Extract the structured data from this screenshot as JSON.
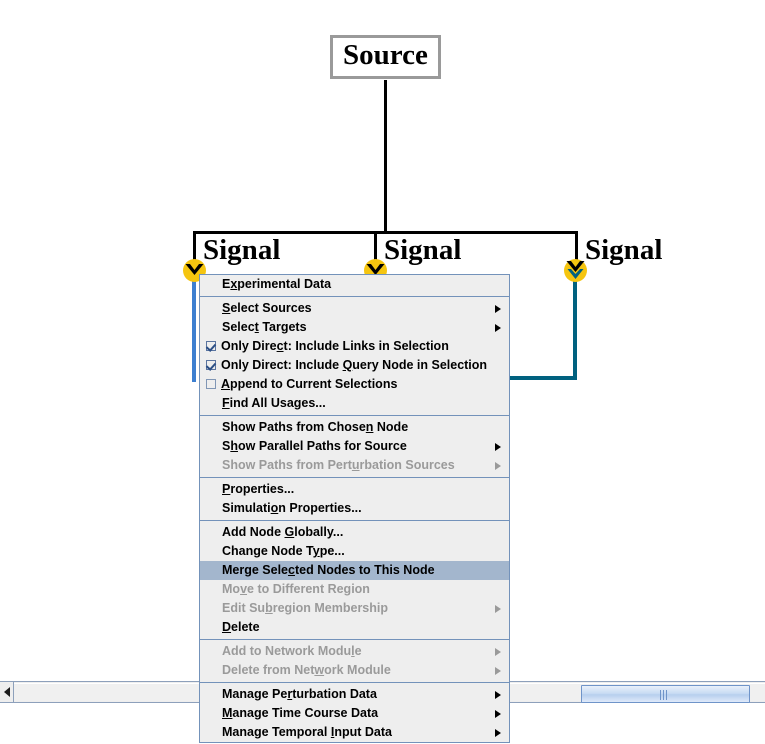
{
  "canvas": {
    "source_node": {
      "label": "Source"
    },
    "signal_nodes": [
      {
        "label": "Signal"
      },
      {
        "label": "Signal"
      },
      {
        "label": "Signal"
      }
    ],
    "colors": {
      "node_border": "#9a9a9a",
      "edge": "#000000",
      "selected_edge_teal": "#00617f",
      "selected_edge_blue": "#3d7fd0",
      "marker_fill": "#f5c510",
      "menu_highlight": "#a3b6cd"
    }
  },
  "context_menu": {
    "groups": [
      {
        "items": [
          {
            "label": "Experimental Data",
            "mnemonic": "x",
            "type": "item",
            "enabled": true,
            "submenu": false
          }
        ]
      },
      {
        "items": [
          {
            "label": "Select Sources",
            "mnemonic": "S",
            "type": "item",
            "enabled": true,
            "submenu": true
          },
          {
            "label": "Select Targets",
            "mnemonic": "t",
            "type": "item",
            "enabled": true,
            "submenu": true
          },
          {
            "label": "Only Direct: Include Links in Selection",
            "mnemonic": "c",
            "type": "checkbox",
            "checked": true,
            "enabled": true,
            "submenu": false
          },
          {
            "label": "Only Direct: Include Query Node in Selection",
            "mnemonic": "Q",
            "type": "checkbox",
            "checked": true,
            "enabled": true,
            "submenu": false
          },
          {
            "label": "Append to Current Selections",
            "mnemonic": "A",
            "type": "checkbox",
            "checked": false,
            "enabled": true,
            "submenu": false
          },
          {
            "label": "Find All Usages...",
            "mnemonic": "F",
            "type": "item",
            "enabled": true,
            "submenu": false
          }
        ]
      },
      {
        "items": [
          {
            "label": "Show Paths from Chosen Node",
            "mnemonic": "n",
            "type": "item",
            "enabled": true,
            "submenu": false
          },
          {
            "label": "Show Parallel Paths for Source",
            "mnemonic": "h",
            "type": "item",
            "enabled": true,
            "submenu": true
          },
          {
            "label": "Show Paths from Perturbation Sources",
            "mnemonic": "u",
            "type": "item",
            "enabled": false,
            "submenu": true
          }
        ]
      },
      {
        "items": [
          {
            "label": "Properties...",
            "mnemonic": "P",
            "type": "item",
            "enabled": true,
            "submenu": false
          },
          {
            "label": "Simulation Properties...",
            "mnemonic": "o",
            "type": "item",
            "enabled": true,
            "submenu": false
          }
        ]
      },
      {
        "items": [
          {
            "label": "Add Node Globally...",
            "mnemonic": "G",
            "type": "item",
            "enabled": true,
            "submenu": false
          },
          {
            "label": "Change Node Type...",
            "mnemonic": "y",
            "type": "item",
            "enabled": true,
            "submenu": false
          },
          {
            "label": "Merge Selected Nodes to This Node",
            "mnemonic": "c",
            "type": "item",
            "enabled": true,
            "submenu": false,
            "selected": true
          },
          {
            "label": "Move to Different Region",
            "mnemonic": "v",
            "type": "item",
            "enabled": false,
            "submenu": false
          },
          {
            "label": "Edit Subregion Membership",
            "mnemonic": "b",
            "type": "item",
            "enabled": false,
            "submenu": true
          },
          {
            "label": "Delete",
            "mnemonic": "D",
            "type": "item",
            "enabled": true,
            "submenu": false
          }
        ]
      },
      {
        "items": [
          {
            "label": "Add to Network Module",
            "mnemonic": "l",
            "type": "item",
            "enabled": false,
            "submenu": true
          },
          {
            "label": "Delete from Network Module",
            "mnemonic": "w",
            "type": "item",
            "enabled": false,
            "submenu": true
          }
        ]
      },
      {
        "items": [
          {
            "label": "Manage Perturbation Data",
            "mnemonic": "r",
            "type": "item",
            "enabled": true,
            "submenu": true
          },
          {
            "label": "Manage Time Course Data",
            "mnemonic": "M",
            "type": "item",
            "enabled": true,
            "submenu": true
          },
          {
            "label": "Manage Temporal Input Data",
            "mnemonic": "I",
            "type": "item",
            "enabled": true,
            "submenu": true
          }
        ]
      }
    ]
  },
  "scrollbar": {
    "orientation": "horizontal",
    "left_button_icon": "left-arrow-icon",
    "thumb_left_pct": 75.5,
    "thumb_width_pct": 22.5
  }
}
